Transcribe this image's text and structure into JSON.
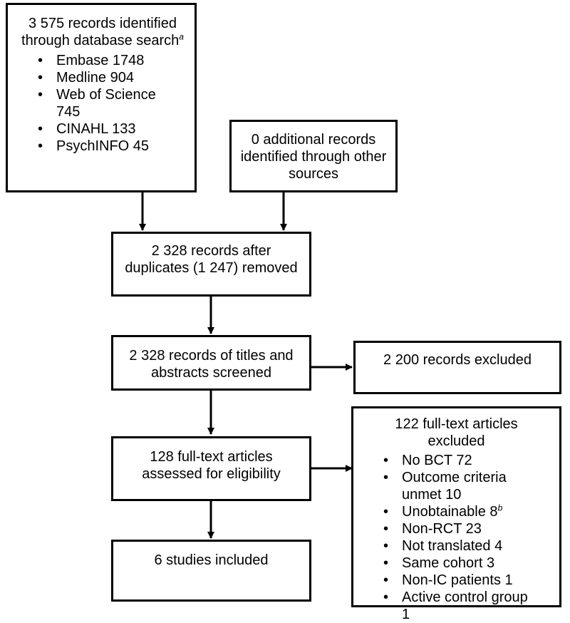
{
  "boxes": {
    "database_search": {
      "title": "3 575 records identified through database search",
      "title_main": "3 575 records identified through database search",
      "footnote": "a",
      "items": [
        "Embase 1748",
        "Medline 904",
        "Web of Science 745",
        "CINAHL 133",
        "PsychINFO 45"
      ]
    },
    "other_sources": {
      "text": "0 additional records identified through other sources"
    },
    "after_duplicates": {
      "text": "2 328 records after duplicates (1 247) removed"
    },
    "screened": {
      "text": "2 328 records of titles and abstracts screened"
    },
    "excluded_records": {
      "text": "2 200 records excluded"
    },
    "full_text": {
      "text": "128 full-text articles assessed for eligibility"
    },
    "full_text_excluded": {
      "title": "122 full-text articles excluded",
      "items": [
        "No BCT 72",
        "Outcome criteria unmet 10",
        "Unobtainable 8",
        "Non-RCT 23",
        "Not translated 4",
        "Same cohort 3",
        "Non-IC patients 1",
        "Active control group 1"
      ],
      "unobtainable_footnote": "b"
    },
    "included": {
      "text": "6 studies included"
    }
  }
}
